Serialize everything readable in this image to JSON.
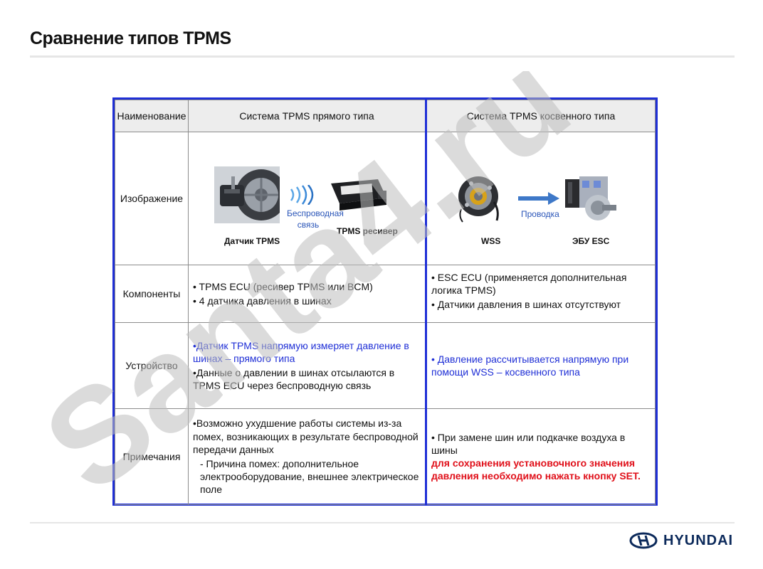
{
  "page": {
    "title": "Сравнение типов TPMS"
  },
  "table": {
    "headers": {
      "name": "Наименование",
      "direct": "Система TPMS прямого типа",
      "indirect": "Система TPMS косвенного типа"
    },
    "rows": {
      "image": {
        "label": "Изображение",
        "direct": {
          "sensor_label": "Датчик TPMS",
          "wireless_label_1": "Беспроводная",
          "wireless_label_2": "связь",
          "receiver_label": "TPMS ресивер"
        },
        "indirect": {
          "wss_label": "WSS",
          "wiring_label": "Проводка",
          "ecu_label": "ЭБУ ESC"
        }
      },
      "components": {
        "label": "Компоненты",
        "direct": [
          "• TPMS ECU (ресивер TPMS или BCM)",
          "• 4 датчика давления в шинах"
        ],
        "indirect": [
          "• ESC ECU (применяется дополнительная логика TPMS)",
          "• Датчики давления в шинах отсутствуют"
        ]
      },
      "device": {
        "label": "Устройство",
        "direct_blue": "•Датчик TPMS напрямую измеряет давление в шинах – прямого типа",
        "direct_black": "•Данные о давлении в шинах отсылаются в TPMS ECU через беспроводную связь",
        "indirect_blue": "• Давление рассчитывается напрямую при помощи WSS – косвенного типа"
      },
      "notes": {
        "label": "Примечания",
        "direct_1": "•Возможно ухудшение работы системы из-за помех, возникающих в результате беспроводной передачи данных",
        "direct_2": "- Причина помех: дополнительное электрооборудование, внешнее электрическое поле",
        "indirect_black": "• При замене шин или подкачке воздуха в шины",
        "indirect_red": "для сохранения установочного значения давления необходимо нажать кнопку SET."
      }
    }
  },
  "watermark": "Santa4.ru",
  "brand": {
    "name": "HYUNDAI"
  },
  "colors": {
    "accent_blue": "#1f2fd6",
    "warning_red": "#e0101a",
    "header_gray": "#ededed",
    "brand_navy": "#0c2a5b"
  }
}
